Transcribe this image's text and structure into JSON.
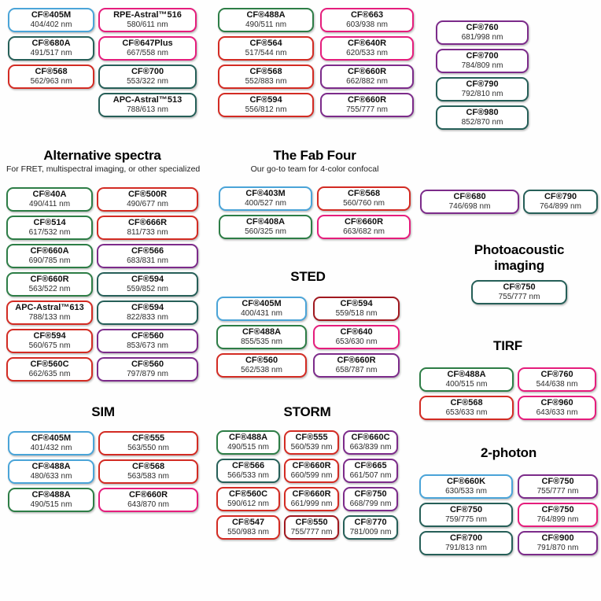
{
  "colors": {
    "blue": "#4aa4d8",
    "green": "#2d7d46",
    "teal": "#265f58",
    "red": "#d32b23",
    "darkred": "#a0181f",
    "pink": "#e51d7c",
    "purple": "#7c2b8a"
  },
  "sections": [
    {
      "id": "top-col-1",
      "pills": [
        {
          "name": "CF®405M",
          "range": "404/402 nm",
          "color": "blue"
        },
        {
          "name": "CF®680A",
          "range": "491/517 nm",
          "color": "teal"
        },
        {
          "name": "CF®568",
          "range": "562/963 nm",
          "color": "red"
        }
      ]
    },
    {
      "id": "top-col-2",
      "pills": [
        {
          "name": "RPE-Astral™516",
          "range": "580/611 nm",
          "color": "pink"
        },
        {
          "name": "CF®647Plus",
          "range": "667/558 nm",
          "color": "pink"
        },
        {
          "name": "CF®700",
          "range": "553/322 nm",
          "color": "teal"
        },
        {
          "name": "APC-Astral™513",
          "range": "788/613 nm",
          "color": "teal"
        }
      ]
    },
    {
      "id": "top-col-3",
      "pills": [
        {
          "name": "CF®488A",
          "range": "490/511 nm",
          "color": "green"
        },
        {
          "name": "CF®564",
          "range": "517/544 nm",
          "color": "red"
        },
        {
          "name": "CF®568",
          "range": "552/883 nm",
          "color": "red"
        },
        {
          "name": "CF®594",
          "range": "556/812 nm",
          "color": "red"
        }
      ]
    },
    {
      "id": "top-col-4",
      "pills": [
        {
          "name": "CF®663",
          "range": "603/938 nm",
          "color": "pink"
        },
        {
          "name": "CF®640R",
          "range": "620/533 nm",
          "color": "pink"
        },
        {
          "name": "CF®660R",
          "range": "662/882 nm",
          "color": "purple"
        },
        {
          "name": "CF®660R",
          "range": "755/777 nm",
          "color": "purple"
        }
      ]
    },
    {
      "id": "top-col-5",
      "pills": [
        {
          "name": "CF®760",
          "range": "681/998 nm",
          "color": "purple"
        },
        {
          "name": "CF®700",
          "range": "784/809 nm",
          "color": "purple"
        },
        {
          "name": "CF®790",
          "range": "792/810 nm",
          "color": "teal"
        },
        {
          "name": "CF®980",
          "range": "852/870 nm",
          "color": "teal"
        }
      ]
    },
    {
      "id": "alternative-spectra",
      "title": "Alternative spectra",
      "subtitle": "For FRET, multispectral imaging, or other specialized",
      "pills": [
        {
          "name": "CF®40A",
          "range": "490/411 nm",
          "color": "green"
        },
        {
          "name": "CF®500R",
          "range": "490/677 nm",
          "color": "red"
        },
        {
          "name": "CF®514",
          "range": "617/532 nm",
          "color": "green"
        },
        {
          "name": "CF®666R",
          "range": "811/733 nm",
          "color": "red"
        },
        {
          "name": "CF®660A",
          "range": "690/785 nm",
          "color": "green"
        },
        {
          "name": "CF®566",
          "range": "683/831 nm",
          "color": "purple"
        },
        {
          "name": "CF®660R",
          "range": "563/522 nm",
          "color": "green"
        },
        {
          "name": "CF®594",
          "range": "559/852 nm",
          "color": "teal"
        },
        {
          "name": "APC-Astral™613",
          "range": "788/133 nm",
          "color": "red"
        },
        {
          "name": "CF®594",
          "range": "822/833 nm",
          "color": "teal"
        },
        {
          "name": "CF®594",
          "range": "560/675 nm",
          "color": "red"
        },
        {
          "name": "CF®560",
          "range": "853/673 nm",
          "color": "purple"
        },
        {
          "name": "CF®560C",
          "range": "662/635 nm",
          "color": "red"
        },
        {
          "name": "CF®560",
          "range": "797/879 nm",
          "color": "purple"
        }
      ]
    },
    {
      "id": "fab-four",
      "title": "The Fab Four",
      "subtitle": "Our go-to team for 4-color confocal",
      "pills": [
        {
          "name": "CF®403M",
          "range": "400/527 nm",
          "color": "blue"
        },
        {
          "name": "CF®568",
          "range": "560/760 nm",
          "color": "red"
        },
        {
          "name": "CF®408A",
          "range": "560/325 nm",
          "color": "green"
        },
        {
          "name": "CF®660R",
          "range": "663/682 nm",
          "color": "pink"
        }
      ]
    },
    {
      "id": "nir-pair",
      "pills": [
        {
          "name": "CF®680",
          "range": "746/698 nm",
          "color": "purple"
        },
        {
          "name": "CF®790",
          "range": "764/899 nm",
          "color": "teal"
        }
      ]
    },
    {
      "id": "photoacoustic",
      "title": "Photoacoustic imaging",
      "pills": [
        {
          "name": "CF®750",
          "range": "755/777 nm",
          "color": "teal"
        }
      ]
    },
    {
      "id": "sted",
      "title": "STED",
      "pills": [
        {
          "name": "CF®405M",
          "range": "400/431 nm",
          "color": "blue"
        },
        {
          "name": "CF®594",
          "range": "559/518 nm",
          "color": "darkred"
        },
        {
          "name": "CF®488A",
          "range": "855/535 nm",
          "color": "green"
        },
        {
          "name": "CF®640",
          "range": "653/630 nm",
          "color": "pink"
        },
        {
          "name": "CF®560",
          "range": "562/538 nm",
          "color": "red"
        },
        {
          "name": "CF®660R",
          "range": "658/787 nm",
          "color": "purple"
        }
      ]
    },
    {
      "id": "tirf",
      "title": "TIRF",
      "pills": [
        {
          "name": "CF®488A",
          "range": "400/515 nm",
          "color": "green"
        },
        {
          "name": "CF®760",
          "range": "544/638 nm",
          "color": "pink"
        },
        {
          "name": "CF®568",
          "range": "653/633 nm",
          "color": "red"
        },
        {
          "name": "CF®960",
          "range": "643/633 nm",
          "color": "pink"
        }
      ]
    },
    {
      "id": "sim",
      "title": "SIM",
      "pills": [
        {
          "name": "CF®405M",
          "range": "401/432 nm",
          "color": "blue"
        },
        {
          "name": "CF®555",
          "range": "563/550 nm",
          "color": "red"
        },
        {
          "name": "CF®488A",
          "range": "480/633 nm",
          "color": "blue"
        },
        {
          "name": "CF®568",
          "range": "563/583 nm",
          "color": "red"
        },
        {
          "name": "CF®488A",
          "range": "490/515 nm",
          "color": "green"
        },
        {
          "name": "CF®660R",
          "range": "643/870 nm",
          "color": "pink"
        }
      ]
    },
    {
      "id": "storm",
      "title": "STORM",
      "pills": [
        {
          "name": "CF®488A",
          "range": "490/515 nm",
          "color": "green"
        },
        {
          "name": "CF®555",
          "range": "560/539 nm",
          "color": "red"
        },
        {
          "name": "CF®660C",
          "range": "663/839 nm",
          "color": "purple"
        },
        {
          "name": "CF®566",
          "range": "566/533 nm",
          "color": "teal"
        },
        {
          "name": "CF®660R",
          "range": "660/599 nm",
          "color": "red"
        },
        {
          "name": "CF®665",
          "range": "661/507 nm",
          "color": "purple"
        },
        {
          "name": "CF®560C",
          "range": "590/612 nm",
          "color": "red"
        },
        {
          "name": "CF®660R",
          "range": "661/999 nm",
          "color": "red"
        },
        {
          "name": "CF®750",
          "range": "668/799 nm",
          "color": "purple"
        },
        {
          "name": "CF®547",
          "range": "550/983 nm",
          "color": "red"
        },
        {
          "name": "CF®550",
          "range": "755/777 nm",
          "color": "darkred"
        },
        {
          "name": "CF®770",
          "range": "781/009 nm",
          "color": "teal"
        }
      ]
    },
    {
      "id": "two-photon",
      "title": "2-photon",
      "pills": [
        {
          "name": "CF®660K",
          "range": "630/533 nm",
          "color": "blue"
        },
        {
          "name": "CF®750",
          "range": "755/777 nm",
          "color": "purple"
        },
        {
          "name": "CF®750",
          "range": "759/775 nm",
          "color": "teal"
        },
        {
          "name": "CF®750",
          "range": "764/899 nm",
          "color": "pink"
        },
        {
          "name": "CF®700",
          "range": "791/813 nm",
          "color": "teal"
        },
        {
          "name": "CF®900",
          "range": "791/870 nm",
          "color": "purple"
        }
      ]
    }
  ]
}
